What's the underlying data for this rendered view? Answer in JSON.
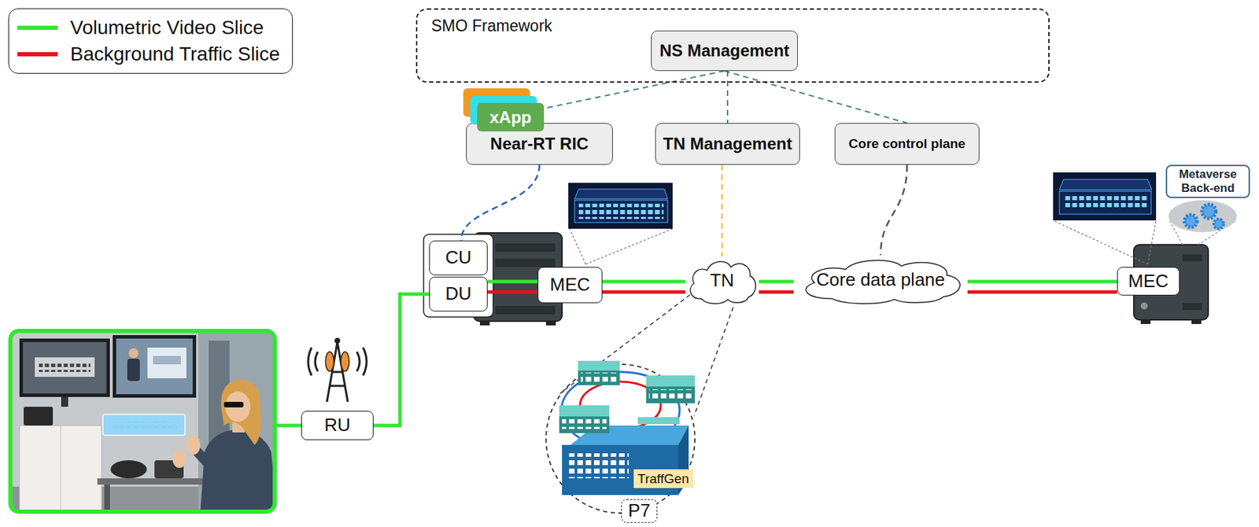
{
  "diagram": {
    "nodes": [
      {
        "text": [
          "SMO Framework"
        ]
      },
      {
        "text": [
          "NS Management"
        ],
        "in": 0
      },
      {
        "text": [
          "xApp"
        ]
      },
      {
        "text": [
          "Near-RT RIC"
        ]
      },
      {
        "text": [
          "TN Management"
        ]
      },
      {
        "text": [
          "Core control plane"
        ]
      },
      {
        "text": [
          "CU"
        ]
      },
      {
        "text": [
          "DU"
        ]
      },
      {
        "text": [
          "MEC"
        ]
      },
      {
        "text": [
          "TN"
        ]
      },
      {
        "text": [
          "Core data plane"
        ]
      },
      {
        "text": [
          "MEC"
        ]
      },
      {
        "text": [
          "Metaverse Back-end"
        ]
      },
      {
        "text": [
          "RU"
        ]
      },
      {
        "text": [
          "TraffGen"
        ]
      },
      {
        "text": [
          "P7"
        ]
      }
    ],
    "edges": [
      {
        "from": 1,
        "to": 2,
        "arrow": "none"
      },
      {
        "from": 1,
        "to": 4,
        "arrow": "none"
      },
      {
        "from": 1,
        "to": 5,
        "arrow": "none"
      },
      {
        "from": 3,
        "to": 6,
        "arrow": "none"
      },
      {
        "from": 4,
        "to": 9,
        "arrow": "none"
      },
      {
        "from": 5,
        "to": 10,
        "arrow": "none"
      },
      {
        "from": 13,
        "to": 7,
        "arrow": "none"
      },
      {
        "from": 7,
        "to": 8,
        "arrow": "none"
      },
      {
        "from": 7,
        "to": 8,
        "arrow": "none"
      },
      {
        "from": 8,
        "to": 9,
        "arrow": "none"
      },
      {
        "from": 8,
        "to": 9,
        "arrow": "none"
      },
      {
        "from": 9,
        "to": 10,
        "arrow": "none"
      },
      {
        "from": 9,
        "to": 10,
        "arrow": "none"
      },
      {
        "from": 10,
        "to": 11,
        "arrow": "none"
      },
      {
        "from": 10,
        "to": 11,
        "arrow": "none"
      }
    ],
    "legend": [
      {
        "text": "Volumetric Video Slice",
        "color": "#33e633"
      },
      {
        "text": "Background Traffic Slice",
        "color": "#e3151a"
      }
    ]
  }
}
